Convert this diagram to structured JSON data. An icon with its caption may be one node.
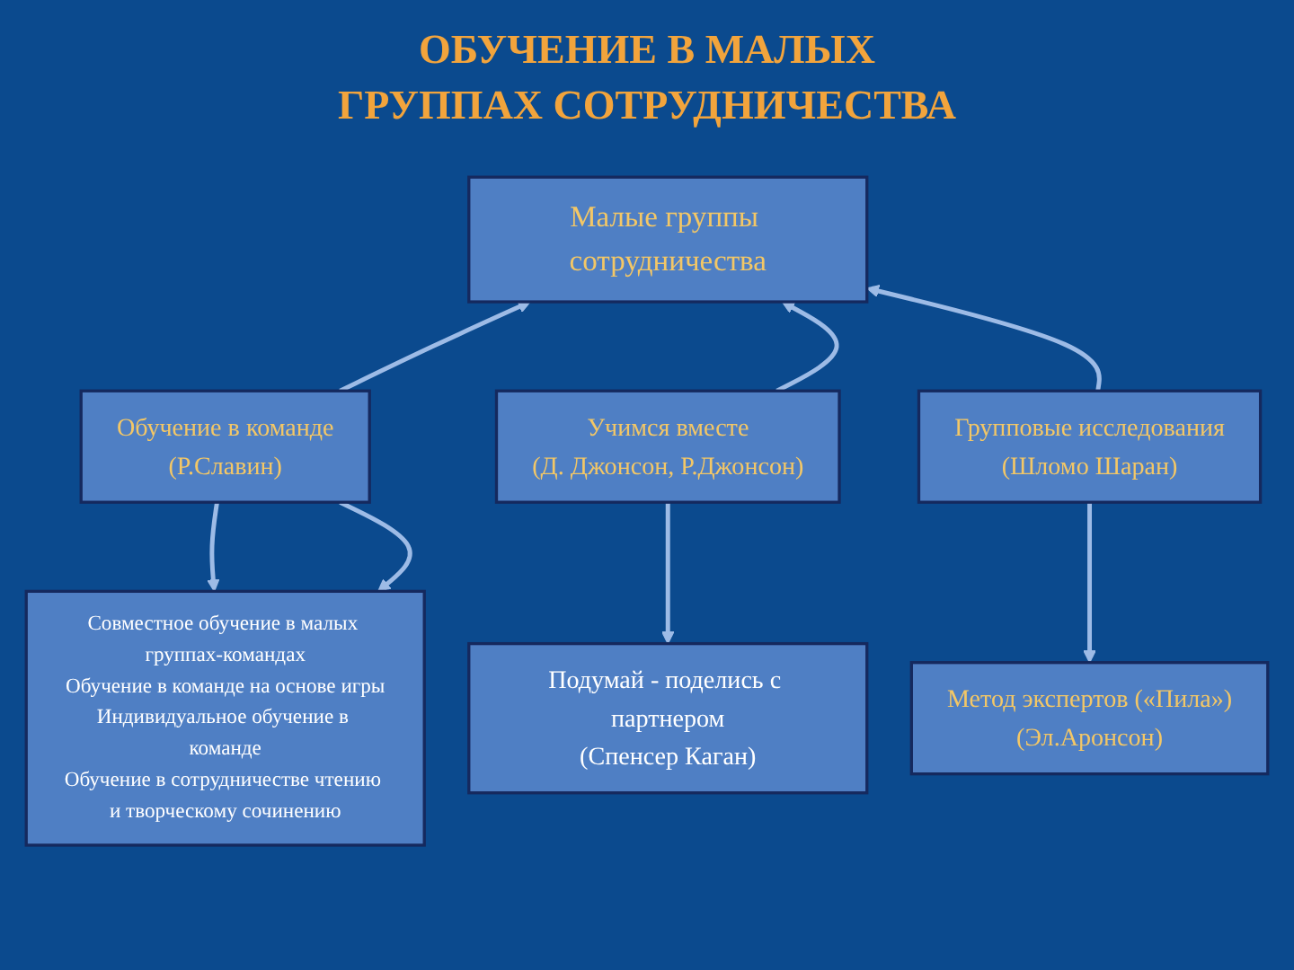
{
  "diagram": {
    "title": "ОБУЧЕНИЕ В МАЛЫХ ГРУППАХ СОТРУДНИЧЕСТВА",
    "nodes": [
      {
        "text": [
          "Малые группы сотрудничества"
        ]
      },
      {
        "text": [
          "Обучение в команде",
          "(Р.Славин)"
        ]
      },
      {
        "text": [
          "Учимся вместе",
          "(Д. Джонсон, Р.Джонсон)"
        ]
      },
      {
        "text": [
          "Групповые исследования",
          "(Шломо Шаран)"
        ]
      },
      {
        "text": [
          "Совместное обучение в малых группах-командах",
          "Обучение в команде на основе игры",
          "Индивидуальное обучение в команде",
          "Обучение в сотрудничестве чтению и творческому сочинению"
        ]
      },
      {
        "text": [
          "Подумай - поделись с партнером",
          "(Спенсер Каган)"
        ]
      },
      {
        "text": [
          "Метод экспертов («Пила»)",
          "(Эл.Аронсон)"
        ]
      }
    ],
    "edges": [
      {
        "from": 1,
        "to": 0,
        "arrow": "to"
      },
      {
        "from": 2,
        "to": 0,
        "arrow": "to"
      },
      {
        "from": 3,
        "to": 0,
        "arrow": "to"
      },
      {
        "from": 1,
        "to": 4,
        "arrow": "to"
      },
      {
        "from": 1,
        "to": 4,
        "arrow": "to"
      },
      {
        "from": 2,
        "to": 5,
        "arrow": "to"
      },
      {
        "from": 3,
        "to": 6,
        "arrow": "to"
      }
    ]
  }
}
